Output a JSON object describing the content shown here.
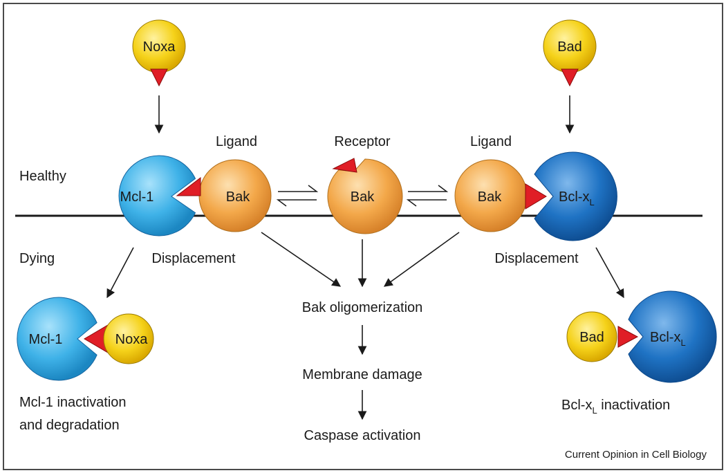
{
  "diagram": {
    "states": {
      "healthy": "Healthy",
      "dying": "Dying"
    },
    "top_row": {
      "ligand_left": "Ligand",
      "receptor": "Receptor",
      "ligand_right": "Ligand"
    },
    "molecules": {
      "noxa_top": "Noxa",
      "bad_top": "Bad",
      "mcl1": "Mcl-1",
      "bak_left": "Bak",
      "bak_center": "Bak",
      "bak_right": "Bak",
      "bclxl_main": "Bcl-x",
      "bclxl_sub": "L",
      "mcl1_bottom": "Mcl-1",
      "noxa_bottom": "Noxa",
      "bad_bottom": "Bad",
      "bclxl_bottom_main": "Bcl-x",
      "bclxl_bottom_sub": "L"
    },
    "labels": {
      "displacement_left": "Displacement",
      "displacement_right": "Displacement",
      "bak_oligomerization": "Bak oligomerization",
      "membrane_damage": "Membrane damage",
      "caspase_activation": "Caspase activation",
      "mcl1_inactivation_line1": "Mcl-1 inactivation",
      "mcl1_inactivation_line2": "and degradation",
      "bclxl_inactivation_pre": "Bcl-x",
      "bclxl_inactivation_sub": "L",
      "bclxl_inactivation_post": " inactivation"
    },
    "credit": "Current Opinion in Cell Biology",
    "colors": {
      "yellow": "#f5d21a",
      "light_blue": "#3fb2e8",
      "dark_blue": "#1f73c4",
      "orange": "#f3a84a",
      "red": "#e01e26",
      "frame": "#4a4a4a"
    }
  }
}
